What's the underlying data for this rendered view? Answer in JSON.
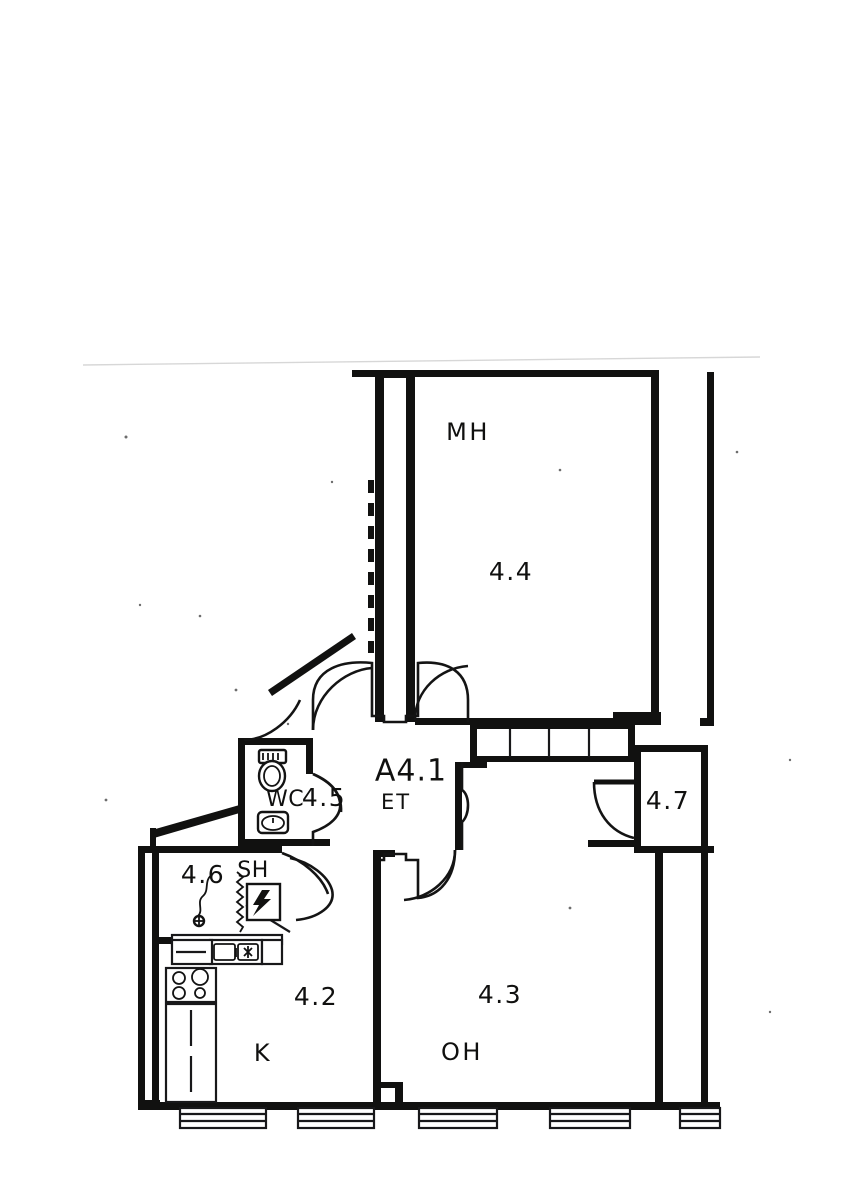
{
  "document": {
    "kind": "architectural-floor-plan",
    "unit_code": "A4.1",
    "unit_abbrev": "ET",
    "orientation": "plan-view",
    "scan_artifact": "faint horizontal scan line across upper page"
  },
  "rooms": [
    {
      "key": "mh",
      "code": "4.4",
      "name_abbrev": "MH",
      "label_code": "4.4",
      "label_name": "MH"
    },
    {
      "key": "et",
      "code": "A4.1",
      "name_abbrev": "ET",
      "label_code": "A4.1",
      "label_name": "ET"
    },
    {
      "key": "wc",
      "code": "4.5",
      "name_abbrev": "WC",
      "label_code": "4.5",
      "label_name": "WC"
    },
    {
      "key": "sh",
      "code": "4.6",
      "name_abbrev": "SH",
      "label_code": "4.6",
      "label_name": "SH"
    },
    {
      "key": "kitchen",
      "code": "4.2",
      "name_abbrev": "K",
      "label_code": "4.2",
      "label_name": "K"
    },
    {
      "key": "living",
      "code": "4.3",
      "name_abbrev": "OH",
      "label_code": "4.3",
      "label_name": "OH"
    },
    {
      "key": "closet",
      "code": "4.7",
      "name_abbrev": "",
      "label_code": "4.7",
      "label_name": ""
    }
  ],
  "fixtures": [
    {
      "key": "toilet",
      "room": "4.5",
      "icon": "toilet-icon"
    },
    {
      "key": "washbasin",
      "room": "4.5",
      "icon": "washbasin-icon"
    },
    {
      "key": "floor-drain",
      "room": "4.6",
      "icon": "floor-drain-icon"
    },
    {
      "key": "riser-pipe",
      "room": "4.6",
      "icon": "riser-pipe-icon"
    },
    {
      "key": "electrical-panel",
      "room": "4.6",
      "icon": "electrical-panel-icon"
    },
    {
      "key": "kitchen-sink",
      "room": "4.2",
      "icon": "kitchen-sink-icon"
    },
    {
      "key": "cooktop",
      "room": "4.2",
      "icon": "cooktop-four-burner-icon"
    },
    {
      "key": "counter-run",
      "room": "4.2",
      "icon": "counter-cabinet-icon"
    },
    {
      "key": "wardrobe-bank",
      "room": "A4.1",
      "icon": "wardrobe-bank-icon",
      "compartments": 4
    }
  ],
  "openings": {
    "doors": [
      {
        "key": "door-mh",
        "swing": "arc",
        "room": "4.4"
      },
      {
        "key": "door-wc",
        "swing": "arc",
        "room": "4.5"
      },
      {
        "key": "door-sh",
        "swing": "arc",
        "room": "4.6"
      },
      {
        "key": "door-oh",
        "swing": "arc",
        "room": "4.3"
      },
      {
        "key": "door-closet",
        "swing": "arc",
        "room": "4.7"
      },
      {
        "key": "door-entry",
        "swing": "arc",
        "room": "A4.1"
      }
    ],
    "windows": [
      {
        "key": "window-k-1",
        "wall": "south"
      },
      {
        "key": "window-oh-1",
        "wall": "south"
      },
      {
        "key": "window-oh-2",
        "wall": "south"
      },
      {
        "key": "window-oh-3",
        "wall": "south"
      },
      {
        "key": "window-oh-4",
        "wall": "south"
      }
    ]
  },
  "colors": {
    "ink": "#111110",
    "paper": "#ffffff",
    "scan_line": "#d7d7d7",
    "speck": "#6d6d6d"
  }
}
